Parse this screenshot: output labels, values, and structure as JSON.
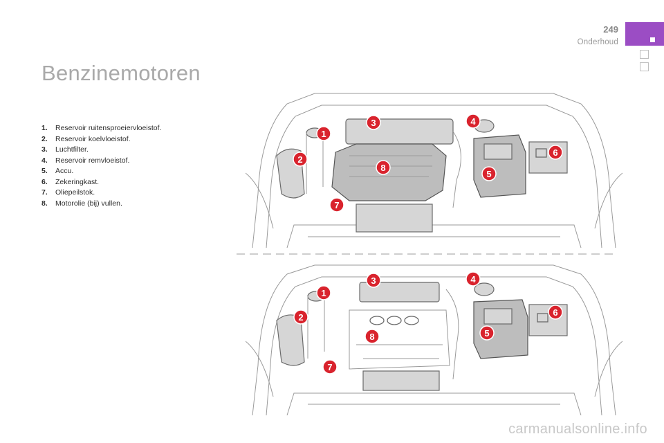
{
  "header": {
    "page_number": "249",
    "section": "Onderhoud"
  },
  "title": "Benzinemotoren",
  "legend": [
    {
      "num": "1.",
      "text": "Reservoir ruitensproeiervloeistof."
    },
    {
      "num": "2.",
      "text": "Reservoir koelvloeistof."
    },
    {
      "num": "3.",
      "text": "Luchtfilter."
    },
    {
      "num": "4.",
      "text": "Reservoir remvloeistof."
    },
    {
      "num": "5.",
      "text": "Accu."
    },
    {
      "num": "6.",
      "text": "Zekeringkast."
    },
    {
      "num": "7.",
      "text": "Oliepeilstok."
    },
    {
      "num": "8.",
      "text": "Motorolie (bij) vullen."
    }
  ],
  "diagram_top": {
    "callouts": [
      "1",
      "2",
      "3",
      "4",
      "5",
      "6",
      "7",
      "8"
    ]
  },
  "diagram_bottom": {
    "callouts": [
      "1",
      "2",
      "3",
      "4",
      "5",
      "6",
      "7",
      "8"
    ]
  },
  "watermark": "carmanualsonline.info",
  "colors": {
    "accent": "#9b4dc4",
    "callout": "#d9232d",
    "title": "#a9a9a9"
  }
}
